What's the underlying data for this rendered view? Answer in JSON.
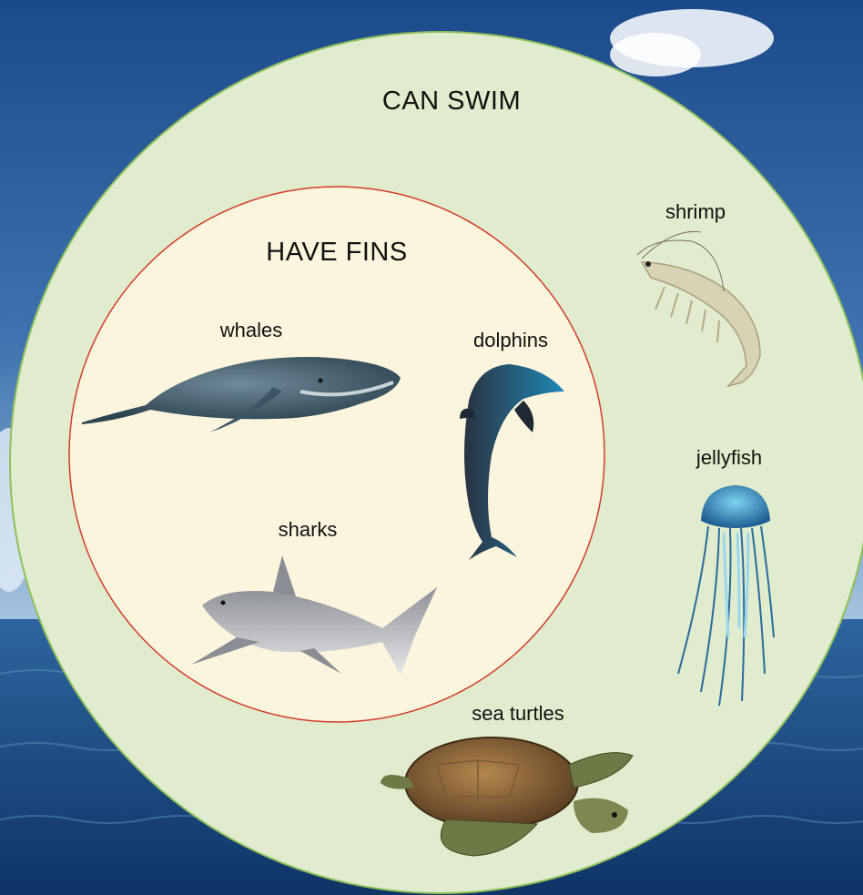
{
  "diagram": {
    "type": "venn",
    "outer_set": {
      "label": "CAN SWIM",
      "members": [
        "shrimp",
        "jellyfish",
        "sea turtles"
      ]
    },
    "inner_set": {
      "label": "HAVE FINS",
      "members": [
        "whales",
        "dolphins",
        "sharks"
      ]
    }
  },
  "animals": {
    "whales": "whales",
    "dolphins": "dolphins",
    "sharks": "sharks",
    "shrimp": "shrimp",
    "jellyfish": "jellyfish",
    "sea_turtles": "sea turtles"
  },
  "colors": {
    "sky_top": "#1d4f8f",
    "sky_bottom": "#8fb4d6",
    "sea": "#1f4f86",
    "outer_circle": "#e0eccd",
    "outer_border": "#8fbf5a",
    "inner_circle": "#fbf5dd",
    "inner_border": "#d23a2a"
  }
}
